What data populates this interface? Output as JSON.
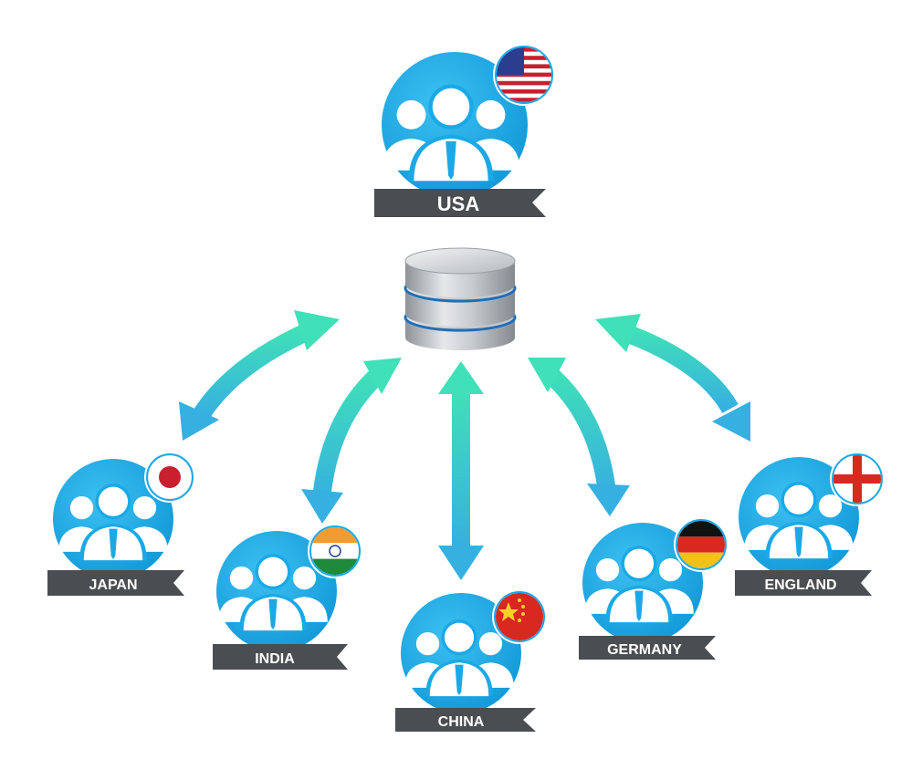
{
  "diagram": {
    "nodes": [
      {
        "id": "usa",
        "label": "USA",
        "flag": "usa-flag-icon",
        "icon": "users-group-icon"
      },
      {
        "id": "japan",
        "label": "JAPAN",
        "flag": "japan-flag-icon",
        "icon": "users-group-icon"
      },
      {
        "id": "india",
        "label": "INDIA",
        "flag": "india-flag-icon",
        "icon": "users-group-icon"
      },
      {
        "id": "china",
        "label": "CHINA",
        "flag": "china-flag-icon",
        "icon": "users-group-icon"
      },
      {
        "id": "germany",
        "label": "GERMANY",
        "flag": "germany-flag-icon",
        "icon": "users-group-icon"
      },
      {
        "id": "england",
        "label": "ENGLAND",
        "flag": "england-flag-icon",
        "icon": "users-group-icon"
      }
    ],
    "hub": {
      "icon": "database-icon"
    },
    "connections": [
      {
        "from": "hub",
        "to": "japan",
        "direction": "both"
      },
      {
        "from": "hub",
        "to": "india",
        "direction": "both"
      },
      {
        "from": "hub",
        "to": "china",
        "direction": "both"
      },
      {
        "from": "hub",
        "to": "germany",
        "direction": "both"
      },
      {
        "from": "hub",
        "to": "england",
        "direction": "both"
      }
    ],
    "colors": {
      "circle": "#1aa9e6",
      "circle_border": "#ffffff",
      "ribbon": "#4a4d51",
      "ribbon_text": "#ffffff",
      "arrow_start": "#40e0b8",
      "arrow_end": "#36b0e0",
      "db_metal": "#b8bcc0",
      "db_stripe": "#1f6fb8"
    }
  }
}
